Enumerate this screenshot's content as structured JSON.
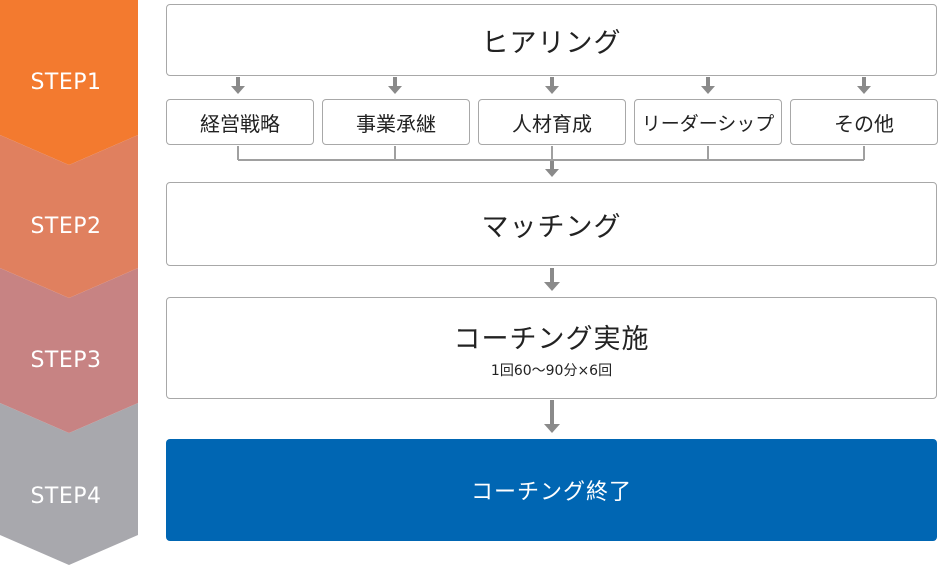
{
  "colors": {
    "step1": "#f37a2f",
    "step2": "#e0805f",
    "step3": "#c78383",
    "step4": "#a8a8ad",
    "final_box": "#0066b3",
    "arrow": "#8a8a8a"
  },
  "steps": [
    {
      "label": "STEP1"
    },
    {
      "label": "STEP2"
    },
    {
      "label": "STEP3"
    },
    {
      "label": "STEP4"
    }
  ],
  "hearing": {
    "title": "ヒアリング"
  },
  "categories": [
    "経営戦略",
    "事業承継",
    "人材育成",
    "リーダーシップ",
    "その他"
  ],
  "matching": {
    "title": "マッチング"
  },
  "coaching": {
    "title": "コーチング実施",
    "detail": "1回60〜90分×6回"
  },
  "end": {
    "title": "コーチング終了"
  }
}
